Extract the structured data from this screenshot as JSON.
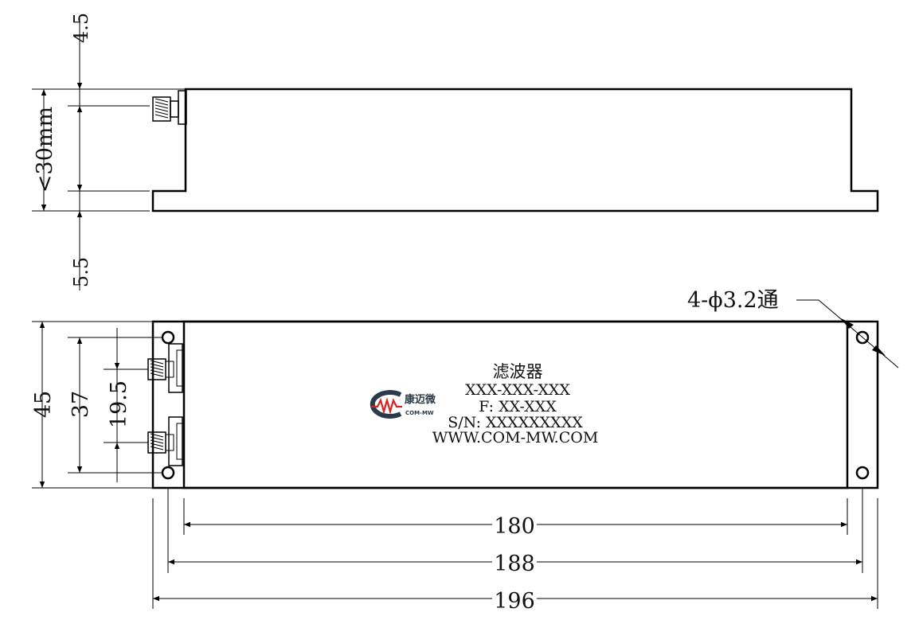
{
  "side_view": {
    "dim_top": "4.5",
    "dim_height": "<30mm",
    "dim_bottom": "5.5"
  },
  "top_view": {
    "hole_callout": "4-ϕ3.2通",
    "dim_total_height": "45",
    "dim_hole_spacing": "37",
    "dim_connector_spacing": "19.5",
    "dim_body_length": "180",
    "dim_hole_length": "188",
    "dim_total_length": "196"
  },
  "label": {
    "name": "滤波器",
    "model": "XXX-XXX-XXX",
    "freq": "F: XX-XXX",
    "serial": "S/N: XXXXXXXXX",
    "website": "WWW.COM-MW.COM"
  },
  "logo": {
    "brand": "康迈微",
    "sub": "COM-MW",
    "color_ring": "#2a3a48",
    "color_wave": "#e02020"
  }
}
